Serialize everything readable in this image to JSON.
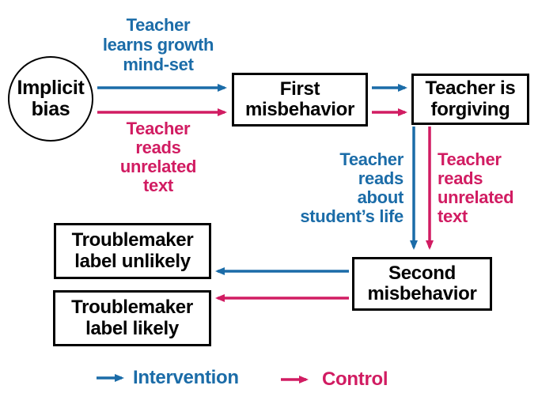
{
  "colors": {
    "intervention_blue": "#1b6ca8",
    "control_pink": "#d11c62",
    "node_outline": "#000000",
    "background": "#ffffff"
  },
  "nodes": {
    "implicit_bias": {
      "lines": [
        "Implicit",
        "bias"
      ]
    },
    "first_misbehavior": {
      "lines": [
        "First",
        "misbehavior"
      ]
    },
    "teacher_is_forgiving": {
      "lines": [
        "Teacher is",
        "forgiving"
      ]
    },
    "second_misbehavior": {
      "lines": [
        "Second",
        "misbehavior"
      ]
    },
    "troublemaker_unlikely": {
      "lines": [
        "Troublemaker",
        "label unlikely"
      ]
    },
    "troublemaker_likely": {
      "lines": [
        "Troublemaker",
        "label likely"
      ]
    }
  },
  "edge_labels": {
    "growth_mindset": {
      "color": "#1b6ca8",
      "lines": [
        "Teacher",
        "learns growth",
        "mind-set"
      ]
    },
    "unrelated_text_left": {
      "color": "#d11c62",
      "lines": [
        "Teacher",
        "reads",
        "unrelated",
        "text"
      ]
    },
    "about_student_life": {
      "color": "#1b6ca8",
      "lines": [
        "Teacher",
        "reads",
        "about",
        "student’s life"
      ]
    },
    "unrelated_text_right": {
      "color": "#d11c62",
      "lines": [
        "Teacher",
        "reads",
        "unrelated",
        "text"
      ]
    }
  },
  "legend": {
    "intervention_label": "Intervention",
    "control_label": "Control"
  }
}
